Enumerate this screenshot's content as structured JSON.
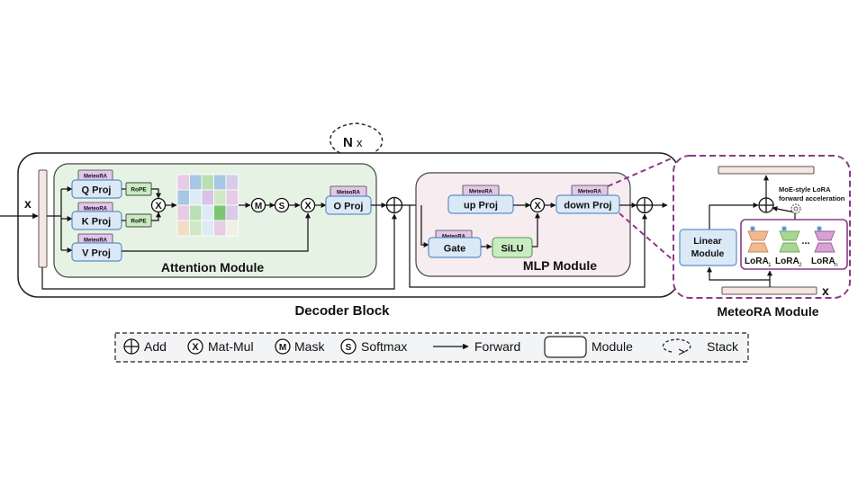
{
  "colors": {
    "decoder_bg": "#ffffff",
    "attention_bg": "#e6f3e4",
    "mlp_bg": "#f7ecef",
    "proj_fill": "#dbe9f7",
    "proj_stroke": "#5b8fc7",
    "meteora_tag_fill": "#e4c6ea",
    "rope_fill": "#c8ecc0",
    "silu_fill": "#c8ecc0",
    "meteora_border": "#8a3a8c",
    "legend_bg": "#f3f4f6"
  },
  "decoder": {
    "title": "Decoder Block",
    "stack_label_bold": "N",
    "stack_label": "x",
    "input_label": "x"
  },
  "attention": {
    "title": "Attention Module",
    "q_proj": "Q Proj",
    "k_proj": "K Proj",
    "v_proj": "V Proj",
    "o_proj": "O Proj",
    "rope_label": "RoPE",
    "tag": "MeteoRA",
    "mask_symbol": "M",
    "softmax_symbol": "S",
    "matmul_symbol": "X"
  },
  "mlp": {
    "title": "MLP Module",
    "up_proj": "up Proj",
    "down_proj": "down Proj",
    "gate": "Gate",
    "silu": "SiLU",
    "tag": "MeteoRA",
    "matmul_symbol": "X"
  },
  "meteora": {
    "title": "MeteoRA Module",
    "linear_module": [
      "Linear",
      "Module"
    ],
    "note": [
      "MoE-style LoRA",
      "forward acceleration"
    ],
    "lora_prefix": "LoRA",
    "lora_subs": [
      "1",
      "2",
      "n"
    ],
    "ellipsis": "...",
    "input_label": "x"
  },
  "legend": {
    "add": "Add",
    "matmul": "Mat-Mul",
    "mask": "Mask",
    "softmax": "Softmax",
    "forward": "Forward",
    "module": "Module",
    "stack": "Stack",
    "matmul_symbol": "X",
    "mask_symbol": "M",
    "softmax_symbol": "S"
  },
  "attention_grid": [
    [
      "#e8cbe6",
      "#a9c6e3",
      "#b9e0b3",
      "#a9c6e3",
      "#d7ccea"
    ],
    [
      "#a9c6e3",
      "#ddebf5",
      "#d9c3e6",
      "#cfe8c6",
      "#e8cbe6"
    ],
    [
      "#e8cbe6",
      "#b9e0b3",
      "#ddebf5",
      "#7cc673",
      "#d7ccea"
    ],
    [
      "#f3ddc6",
      "#cfe8c6",
      "#ddebf5",
      "#e8cbe6",
      "#f1efe4"
    ]
  ],
  "lora_colors": [
    {
      "fill": "#f2b991",
      "stroke": "#c9875b"
    },
    {
      "fill": "#a8d695",
      "stroke": "#6fa85c"
    },
    {
      "fill": "#d6a2d3",
      "stroke": "#9b5a97"
    }
  ]
}
